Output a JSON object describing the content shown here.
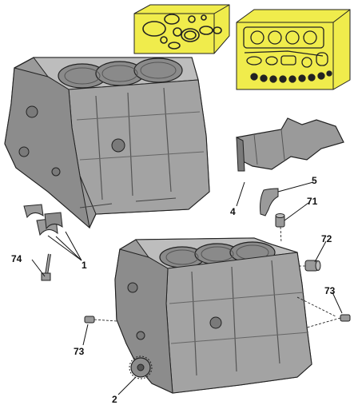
{
  "colors": {
    "kit_highlight": "#f0ec4c",
    "engine_grey": "#9a9a9a",
    "engine_dark": "#6f6f6f",
    "engine_light": "#bdbdbd",
    "outline": "#222222",
    "leader_line": "#111111"
  },
  "kits": [
    {
      "name": "gasket-kit-small",
      "description_icon": "seal-kit-icon"
    },
    {
      "name": "gasket-kit-large",
      "description_icon": "gasket-set-icon"
    }
  ],
  "callouts": [
    {
      "id": "c74",
      "label": "74"
    },
    {
      "id": "c1",
      "label": "1"
    },
    {
      "id": "c4",
      "label": "4"
    },
    {
      "id": "c5",
      "label": "5"
    },
    {
      "id": "c71",
      "label": "71"
    },
    {
      "id": "c72",
      "label": "72"
    },
    {
      "id": "c73a",
      "label": "73"
    },
    {
      "id": "c73b",
      "label": "73"
    },
    {
      "id": "c2",
      "label": "2"
    }
  ]
}
